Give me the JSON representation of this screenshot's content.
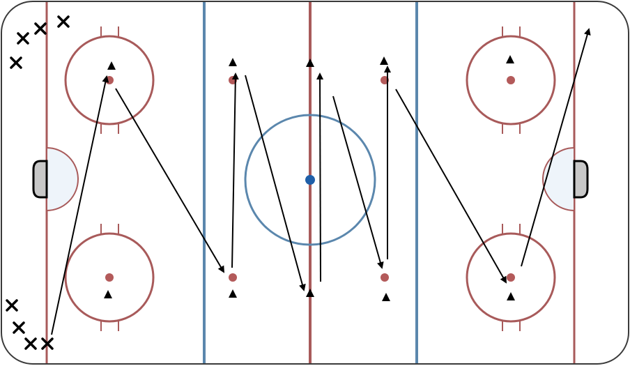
{
  "diagram": {
    "type": "hockey-rink-drill",
    "colors": {
      "board": "#3a3a3a",
      "red_line": "#a85a5a",
      "blue_line": "#5b87ad",
      "center_circle": "#5b87ad",
      "center_dot": "#1f5fa8",
      "faceoff_circle": "#a85a5a",
      "faceoff_dot": "#b35a5a",
      "crease_fill": "#eef4fa",
      "net_fill": "#c8c8c8",
      "marker": "#000000"
    },
    "players": {
      "x_marker": "×",
      "count_top_left": 4,
      "count_bottom_left": 4
    },
    "pylon_icon": "triangle-marker-icon",
    "arrow_icon": "arrow-path-icon"
  }
}
